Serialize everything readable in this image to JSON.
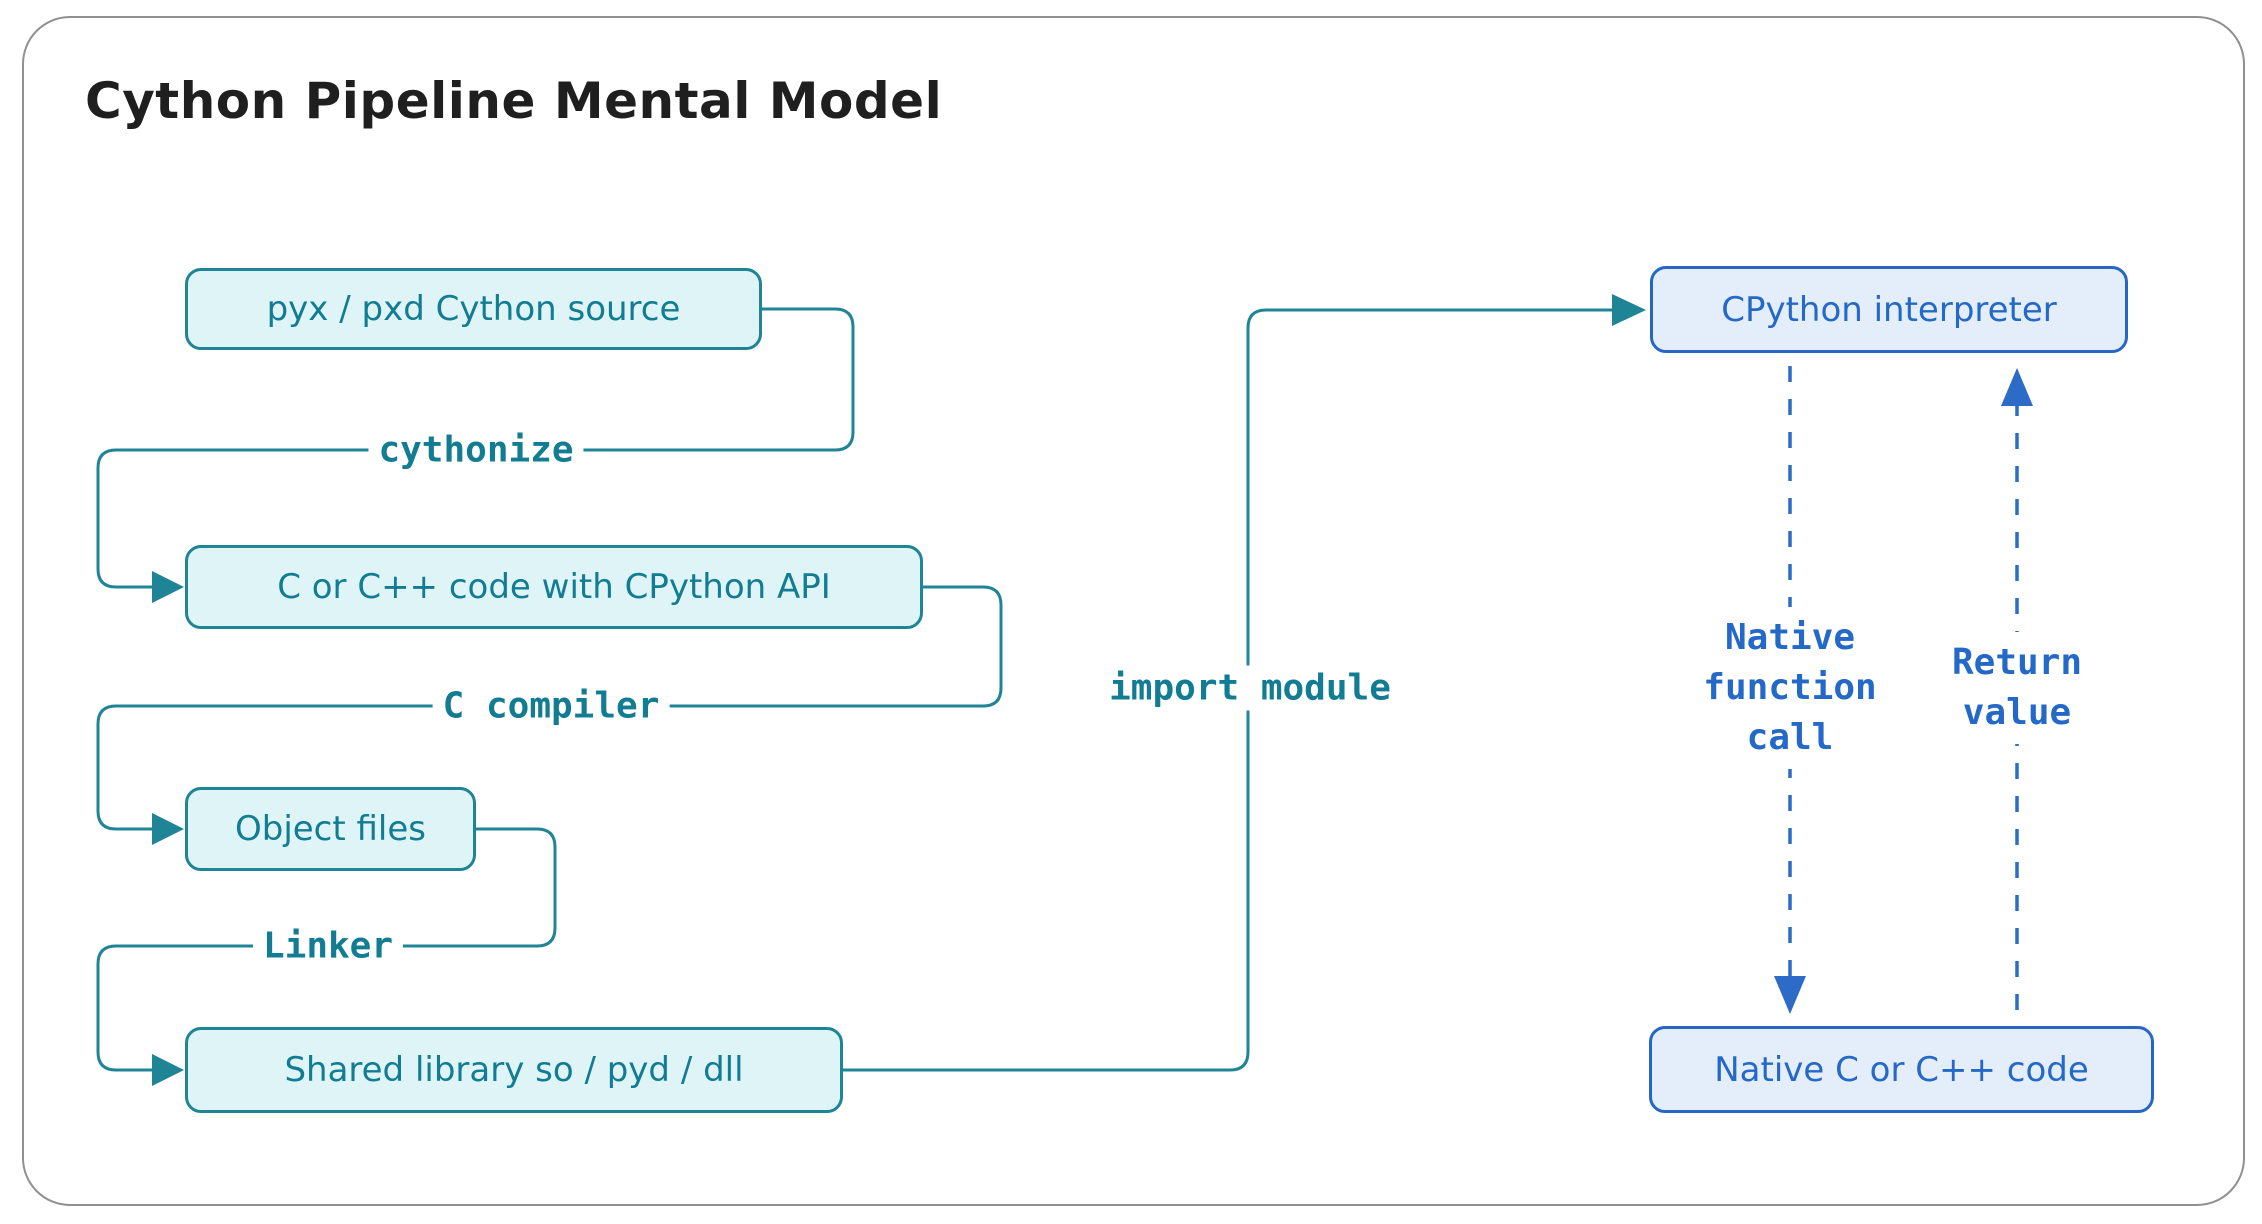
{
  "title": "Cython Pipeline Mental Model",
  "colors": {
    "frame_border": "#909090",
    "title_color": "#1f1f1f",
    "teal_border": "#1f8496",
    "teal_fill": "#dff4f7",
    "teal_text": "#117c92",
    "teal_line": "#1f8496",
    "blue_border": "#2667c5",
    "blue_fill": "#e4eefb",
    "blue_text": "#2468c8",
    "blue_line": "#2c6cc6"
  },
  "nodes": {
    "pyx_source": {
      "label": "pyx / pxd Cython source"
    },
    "c_code": {
      "label": "C or C++ code with CPython API"
    },
    "object_files": {
      "label": "Object files"
    },
    "shared_lib": {
      "label": "Shared library so / pyd / dll"
    },
    "cpython": {
      "label": "CPython interpreter"
    },
    "native_code": {
      "label": "Native C or C++ code"
    }
  },
  "edges": {
    "cythonize": {
      "label": "cythonize"
    },
    "c_compiler": {
      "label": "C compiler"
    },
    "linker": {
      "label": "Linker"
    },
    "import_module": {
      "label": "import module"
    },
    "native_call": {
      "lines": [
        "Native",
        "function",
        "call"
      ]
    },
    "return_value": {
      "lines": [
        "Return",
        "value"
      ]
    }
  }
}
